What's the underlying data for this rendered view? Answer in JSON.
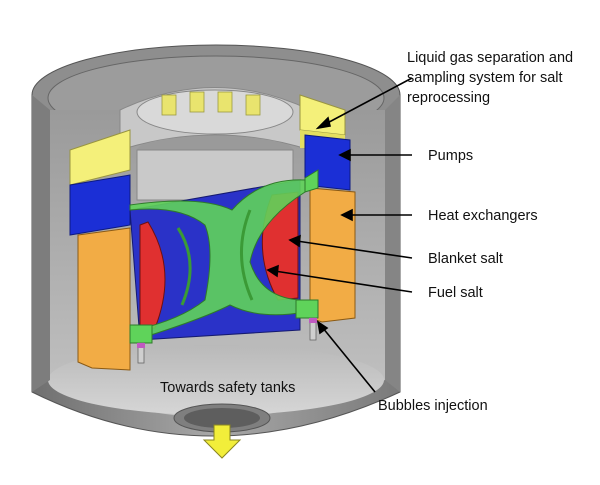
{
  "labels": {
    "separation_line1": "Liquid gas separation and",
    "separation_line2": "sampling system for salt",
    "separation_line3": "reprocessing",
    "pumps": "Pumps",
    "heat_exchangers": "Heat exchangers",
    "blanket_salt": "Blanket salt",
    "fuel_salt": "Fuel salt",
    "towards_safety_tanks": "Towards safety tanks",
    "bubbles_injection": "Bubbles injection"
  },
  "colors": {
    "vessel_outer": "#8c8c8c",
    "vessel_inner": "#a9a9a9",
    "pumps": "#1b2fd6",
    "separation_system": "#f4f07a",
    "heat_exchangers": "#f2ac45",
    "blanket_salt": "#e03030",
    "fuel_salt": "#5fd35a",
    "core_blue": "#2a32c8",
    "arrow_down": "#f2ee3a"
  },
  "icons": {
    "drain_arrow": "arrow-down-icon"
  }
}
